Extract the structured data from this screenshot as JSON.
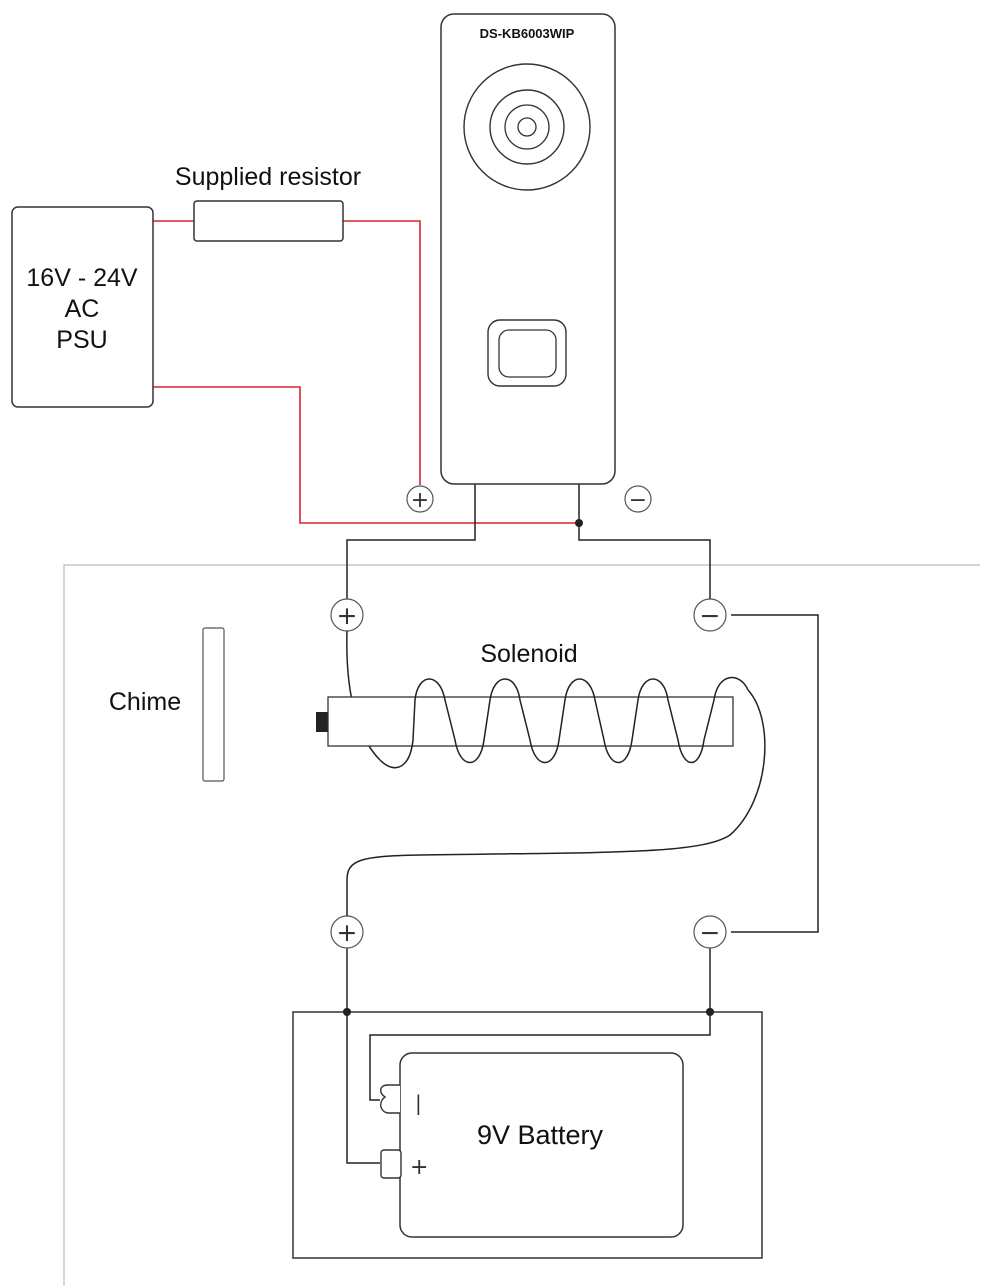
{
  "diagram": {
    "device_model": "DS-KB6003WIP",
    "resistor_label": "Supplied resistor",
    "psu_label": [
      "16V - 24V",
      "AC",
      "PSU"
    ],
    "chime_label": "Chime",
    "solenoid_label": "Solenoid",
    "battery_label": "9V Battery",
    "plus_symbol": "+",
    "minus_symbol": "−",
    "battery_minus_mark": "|",
    "battery_plus_mark": "+",
    "colors": {
      "power_wire": "#d9232e",
      "signal_wire": "#222222",
      "outline": "#333333"
    }
  }
}
